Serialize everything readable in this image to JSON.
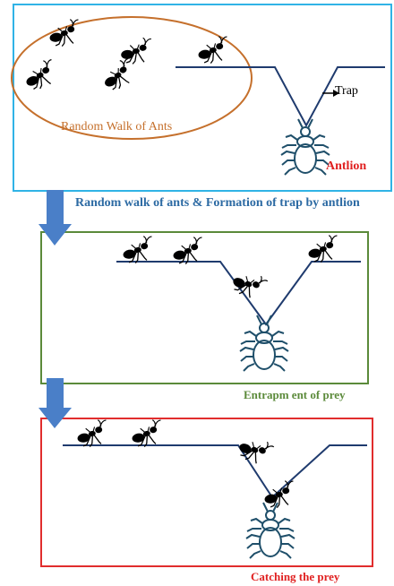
{
  "labels": {
    "random_walk": "Random Walk of Ants",
    "trap": "Trap",
    "antlion": "Antlion",
    "step1": "Random walk of ants & Formation of trap by antlion",
    "step2": "Entrapm ent of prey",
    "step3": "Catching the prey"
  },
  "colors": {
    "panel1_border": "#30b3e6",
    "panel2_border": "#5b8a3a",
    "panel3_border": "#e12d2d",
    "ellipse": "#c5702c",
    "trap_line": "#1f3b6e",
    "antlion": "#1f4f6a",
    "flow_arrow": "#4a7fc8"
  },
  "icons": [
    "ant-icon",
    "antlion-icon",
    "flow-arrow-icon",
    "arrow-right-icon"
  ]
}
